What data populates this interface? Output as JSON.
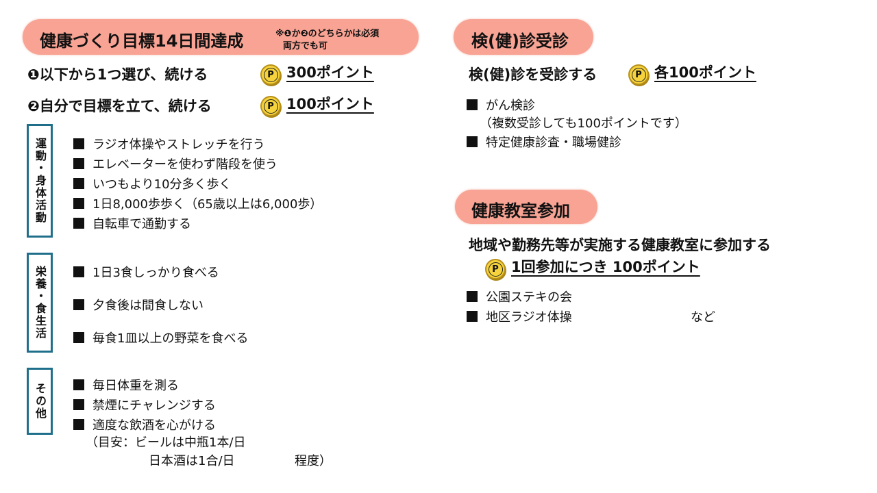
{
  "left": {
    "title": "健康づくり目標14日間達成",
    "note_line1": "※❶か❷のどちらかは必須",
    "note_line2": "両方でも可",
    "option1": {
      "label": "❶以下から1つ選び、続ける",
      "points": "300ポイント"
    },
    "option2": {
      "label": "❷自分で目標を立て、続ける",
      "points": "100ポイント"
    },
    "coin_label": "P",
    "categories": [
      {
        "label": "運動・身体活動",
        "items": [
          "ラジオ体操やストレッチを行う",
          "エレベーターを使わず階段を使う",
          "いつもより10分多く歩く",
          "1日8,000歩歩く（65歳以上は6,000歩）",
          "自転車で通勤する"
        ]
      },
      {
        "label": "栄養・食生活",
        "items": [
          "1日3食しっかり食べる",
          "夕食後は間食しない",
          "毎食1皿以上の野菜を食べる"
        ]
      },
      {
        "label": "その他",
        "items": [
          "毎日体重を測る",
          "禁煙にチャレンジする",
          "適度な飲酒を心がける"
        ],
        "note1": "（目安：ビールは中瓶1本/日",
        "note2": "日本酒は1合/日",
        "note3": "程度）"
      }
    ]
  },
  "checkup": {
    "title": "検(健)診受診",
    "label": "検(健)診を受診する",
    "points": "各100ポイント",
    "items": [
      "がん検診",
      "特定健康診査・職場健診"
    ],
    "item_note": "（複数受診しても100ポイントです）"
  },
  "classes": {
    "title": "健康教室参加",
    "label": "地域や勤務先等が実施する健康教室に参加する",
    "points": "1回参加につき 100ポイント",
    "items": [
      "公園ステキの会",
      "地区ラジオ体操"
    ],
    "etc": "など"
  },
  "colors": {
    "pill": "#f8a394",
    "category_border": "#1f6f8b",
    "coin": "#f6d33c"
  }
}
